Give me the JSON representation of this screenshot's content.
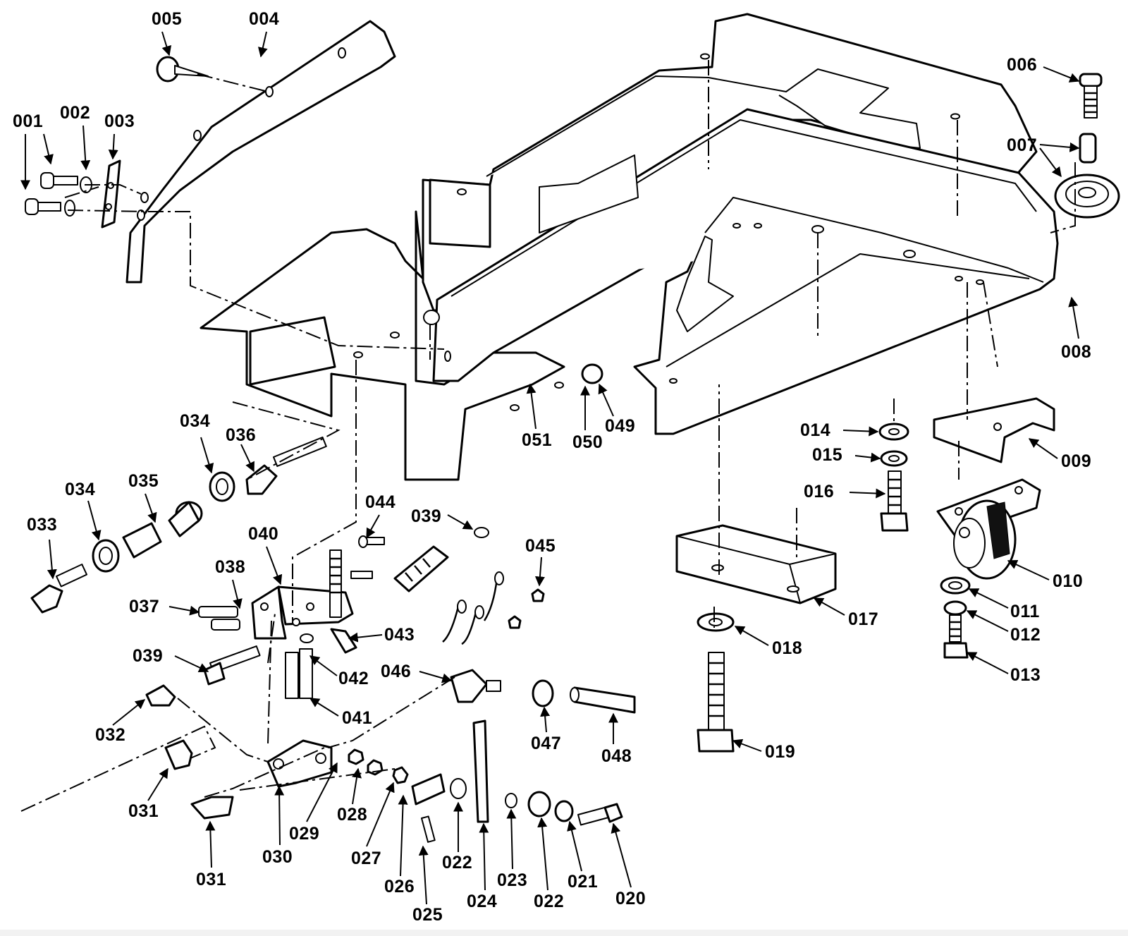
{
  "diagram": {
    "labels": {
      "p001": "001",
      "p002": "002",
      "p003": "003",
      "p004": "004",
      "p005": "005",
      "p006": "006",
      "p007": "007",
      "p008": "008",
      "p009": "009",
      "p010": "010",
      "p011": "011",
      "p012": "012",
      "p013": "013",
      "p014": "014",
      "p015": "015",
      "p016": "016",
      "p017": "017",
      "p018": "018",
      "p019": "019",
      "p020": "020",
      "p021": "021",
      "p022a": "022",
      "p022b": "022",
      "p023": "023",
      "p024": "024",
      "p025": "025",
      "p026": "026",
      "p027": "027",
      "p028": "028",
      "p029": "029",
      "p030": "030",
      "p031a": "031",
      "p031b": "031",
      "p032": "032",
      "p033": "033",
      "p034a": "034",
      "p034b": "034",
      "p035": "035",
      "p036": "036",
      "p037": "037",
      "p038": "038",
      "p039a": "039",
      "p039b": "039",
      "p040": "040",
      "p041": "041",
      "p042": "042",
      "p043": "043",
      "p044": "044",
      "p045": "045",
      "p046": "046",
      "p047": "047",
      "p048": "048",
      "p049": "049",
      "p050": "050",
      "p051": "051"
    }
  }
}
